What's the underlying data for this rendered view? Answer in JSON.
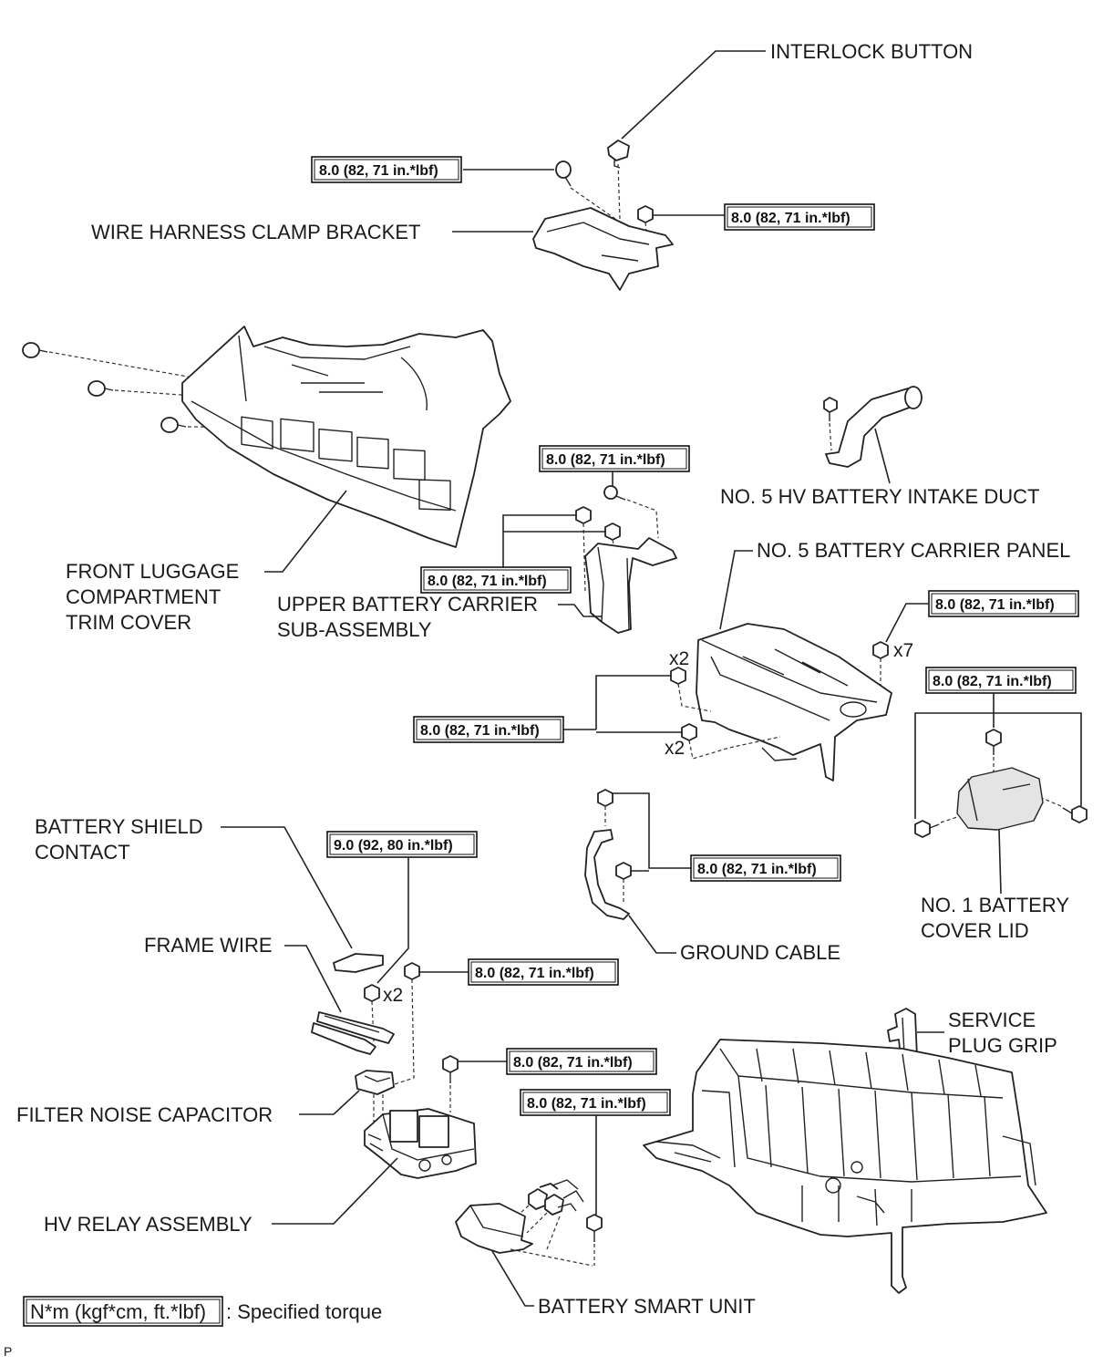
{
  "parts": {
    "interlock_button": "INTERLOCK BUTTON",
    "wire_harness_clamp_bracket": "WIRE HARNESS CLAMP BRACKET",
    "front_luggage_trim_cover": [
      "FRONT LUGGAGE",
      "COMPARTMENT",
      "TRIM COVER"
    ],
    "no5_hv_battery_intake_duct": "NO. 5 HV BATTERY INTAKE DUCT",
    "upper_battery_carrier": [
      "UPPER BATTERY CARRIER",
      "SUB-ASSEMBLY"
    ],
    "no5_battery_carrier_panel": "NO. 5 BATTERY CARRIER PANEL",
    "no1_battery_cover_lid": [
      "NO. 1 BATTERY",
      "COVER LID"
    ],
    "battery_shield_contact": [
      "BATTERY SHIELD",
      "CONTACT"
    ],
    "frame_wire": "FRAME WIRE",
    "ground_cable": "GROUND CABLE",
    "service_plug_grip": [
      "SERVICE",
      "PLUG GRIP"
    ],
    "filter_noise_capacitor": "FILTER NOISE CAPACITOR",
    "hv_relay_assembly": "HV RELAY ASSEMBLY",
    "battery_smart_unit": "BATTERY SMART UNIT"
  },
  "torques": {
    "t1": "8.0 (82, 71 in.*lbf)",
    "t2": "8.0 (82, 71 in.*lbf)",
    "t3": "8.0 (82, 71 in.*lbf)",
    "t4": "8.0 (82, 71 in.*lbf)",
    "t5": "8.0 (82, 71 in.*lbf)",
    "t6": "8.0 (82, 71 in.*lbf)",
    "t7": "8.0 (82, 71 in.*lbf)",
    "t8": "9.0 (92, 80 in.*lbf)",
    "t9": "8.0 (82, 71 in.*lbf)",
    "t10": "8.0 (82, 71 in.*lbf)",
    "t11": "8.0 (82, 71 in.*lbf)",
    "t12": "8.0 (82, 71 in.*lbf)"
  },
  "quantities": {
    "x7": "x7",
    "x2_upper": "x2",
    "x2_lower": "x2",
    "x2_relay": "x2"
  },
  "legend": {
    "unit_box": "N*m (kgf*cm, ft.*lbf)",
    "description": ": Specified torque"
  },
  "corner_mark": "P"
}
